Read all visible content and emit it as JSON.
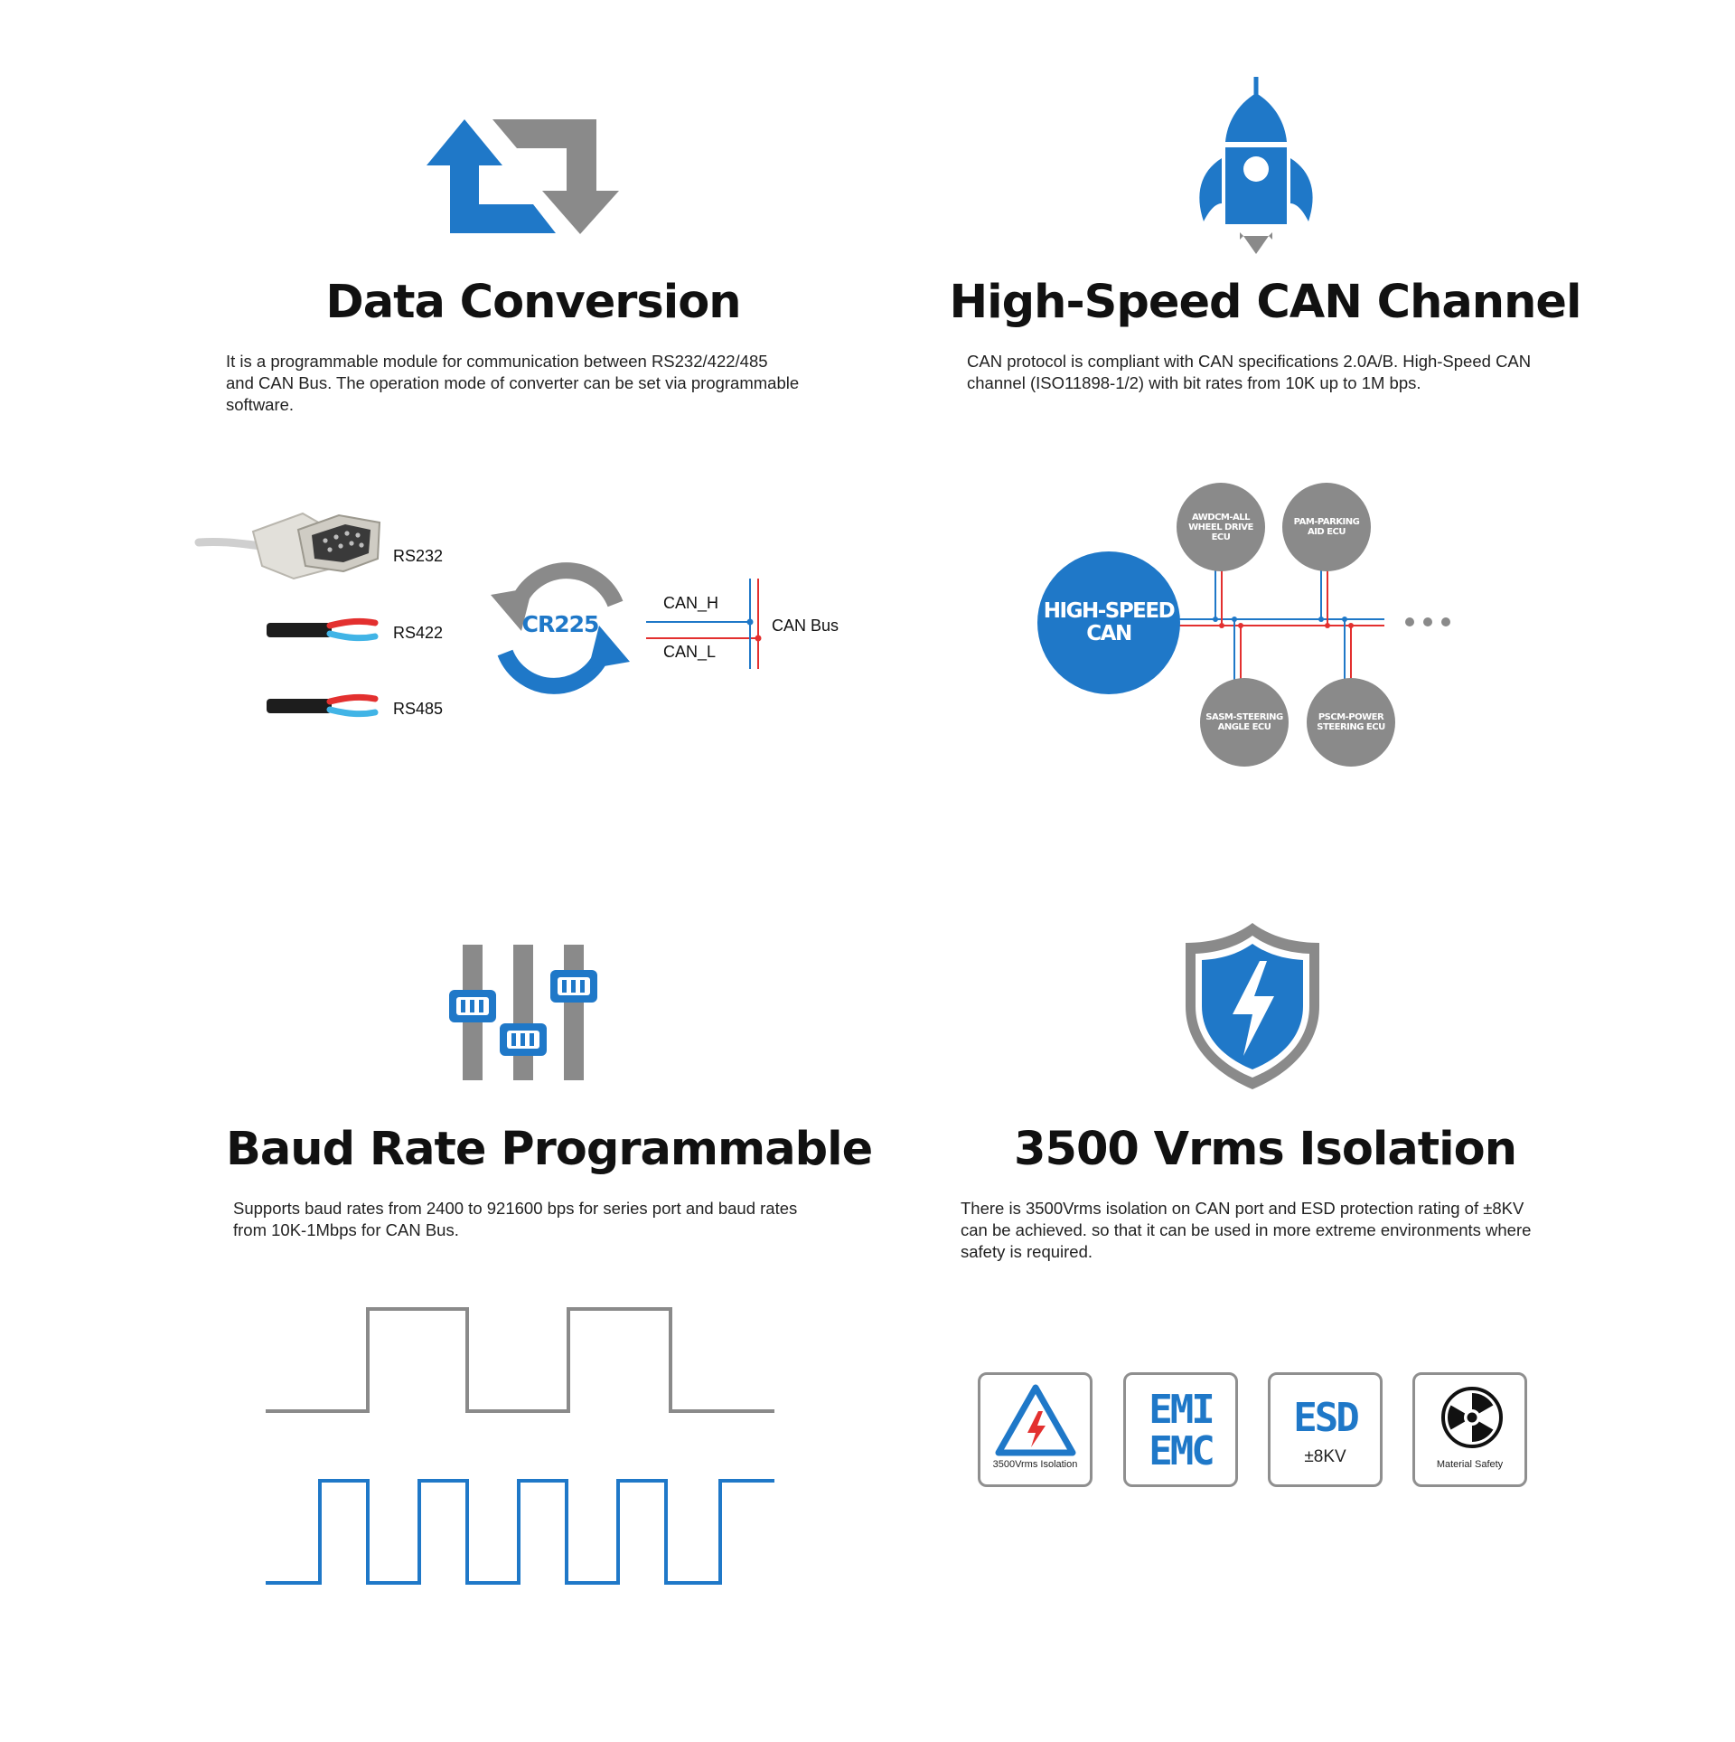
{
  "colors": {
    "blue": "#1f78c8",
    "gray": "#8a8a8a",
    "red": "#e3302f",
    "dark": "#111111"
  },
  "features": [
    {
      "title": "Data Conversion",
      "icon": "exchange-arrows-icon",
      "lines": [
        "It is a programmable module for communication between RS232/422/485",
        "and CAN Bus. The operation mode of converter can be set via programmable",
        "software."
      ]
    },
    {
      "title": "High-Speed CAN Channel",
      "icon": "rocket-icon",
      "lines": [
        "CAN protocol is compliant with CAN specifications 2.0A/B. High-Speed CAN",
        "channel (ISO11898-1/2) with bit rates from 10K up to 1M bps."
      ]
    },
    {
      "title": "Baud Rate Programmable",
      "icon": "sliders-icon",
      "lines": [
        "Supports baud rates from 2400 to 921600 bps for series port and baud rates",
        "from 10K-1Mbps for CAN Bus."
      ]
    },
    {
      "title": "3500 Vrms Isolation",
      "icon": "shield-bolt-icon",
      "lines": [
        "There is 3500Vrms isolation on CAN port and ESD protection rating of ±8KV",
        "can be achieved. so that it can be used in more extreme environments where",
        "safety is required."
      ]
    }
  ],
  "conversion_diagram": {
    "ports": [
      "RS232",
      "RS422",
      "RS485"
    ],
    "device": "CR225",
    "can_h": "CAN_H",
    "can_l": "CAN_L",
    "bus": "CAN Bus"
  },
  "can_diagram": {
    "hub": [
      "HIGH-SPEED",
      "CAN"
    ],
    "nodes_top": [
      [
        "AWDCM-ALL",
        "WHEEL DRIVE",
        "ECU"
      ],
      [
        "PAM-PARKING",
        "AID ECU"
      ]
    ],
    "nodes_bottom": [
      [
        "SASM-STEERING",
        "ANGLE ECU"
      ],
      [
        "PSCM-POWER",
        "STEERING ECU"
      ]
    ]
  },
  "certs": [
    {
      "icon": "high-voltage-warning-icon",
      "caption": "3500Vrms Isolation"
    },
    {
      "icon": "emi-emc-text-icon",
      "line1": "EMI",
      "line2": "EMC"
    },
    {
      "icon": "esd-text-icon",
      "line1": "ESD",
      "line2": "±8KV"
    },
    {
      "icon": "radiation-symbol-icon",
      "caption": "Material Safety"
    }
  ]
}
